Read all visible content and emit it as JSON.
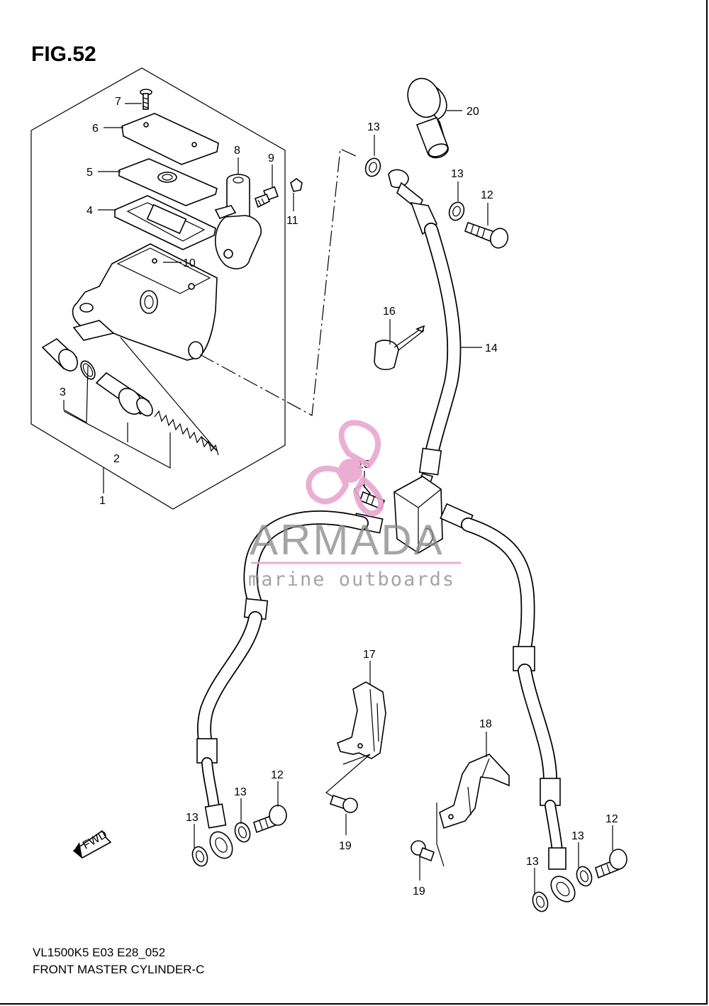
{
  "figure": {
    "title": "FIG.52",
    "model_code": "VL1500K5 E03 E28_052",
    "name": "FRONT MASTER CYLINDER-C"
  },
  "watermark": {
    "brand": "ARMADA",
    "tagline": "marine outboards",
    "color": "#e8a6cf"
  },
  "callouts": {
    "c1": "1",
    "c2": "2",
    "c3": "3",
    "c4": "4",
    "c5": "5",
    "c6": "6",
    "c7": "7",
    "c8": "8",
    "c9": "9",
    "c10": "10",
    "c11": "11",
    "c12a": "12",
    "c12b": "12",
    "c12c": "12",
    "c13a": "13",
    "c13b": "13",
    "c13c": "13",
    "c13d": "13",
    "c13e": "13",
    "c13f": "13",
    "c14": "14",
    "c15": "15",
    "c16": "16",
    "c17": "17",
    "c18": "18",
    "c19a": "19",
    "c19b": "19",
    "c20": "20"
  },
  "direction_badge": "FWD"
}
